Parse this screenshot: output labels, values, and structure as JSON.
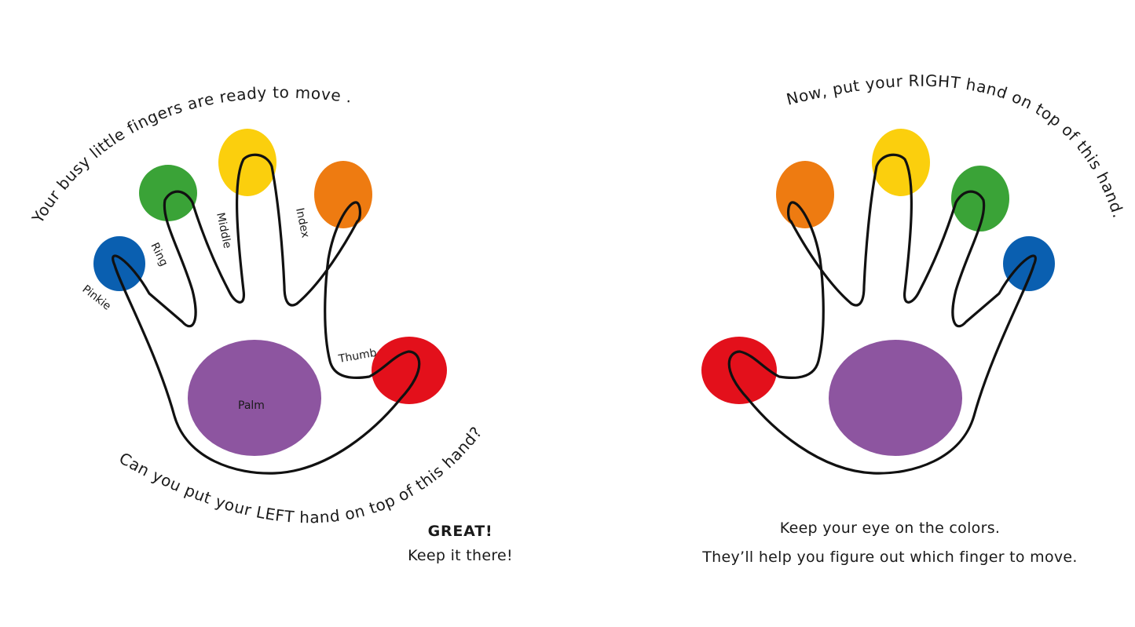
{
  "left_page": {
    "arc_top": "Your busy little fingers are ready to move . . .",
    "arc_bottom": "Can you put your LEFT hand on top of this hand?",
    "labels": {
      "pinkie": "Pinkie",
      "ring": "Ring",
      "middle": "Middle",
      "index": "Index",
      "thumb": "Thumb",
      "palm": "Palm"
    },
    "caption_heading": "GREAT!",
    "caption_text": "Keep it there!"
  },
  "right_page": {
    "arc_top": "Now, put your RIGHT hand on top of this hand.",
    "caption_line1": "Keep your eye on the colors.",
    "caption_line2": "They’ll help you figure out which finger to move."
  },
  "colors": {
    "pinkie": "#0a5fb0",
    "ring": "#3aa337",
    "middle": "#fbcf0d",
    "index": "#ee7b11",
    "thumb": "#e3101b",
    "palm": "#8d55a0"
  }
}
